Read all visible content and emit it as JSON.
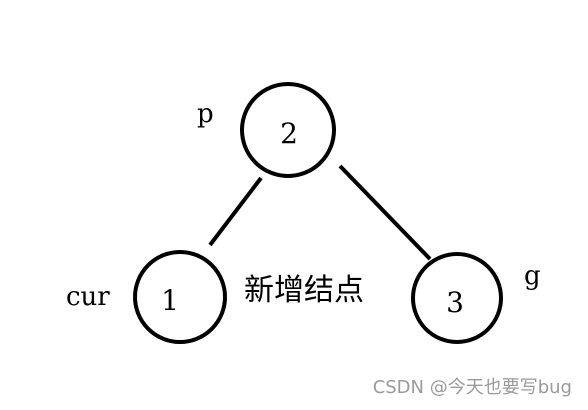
{
  "nodes": {
    "parent": {
      "value": "2",
      "tag": "p"
    },
    "left_child": {
      "value": "1",
      "tag": "cur"
    },
    "right_child": {
      "value": "3",
      "tag": "g"
    }
  },
  "annotation": "新增结点",
  "watermark": "CSDN @今天也要写bug"
}
